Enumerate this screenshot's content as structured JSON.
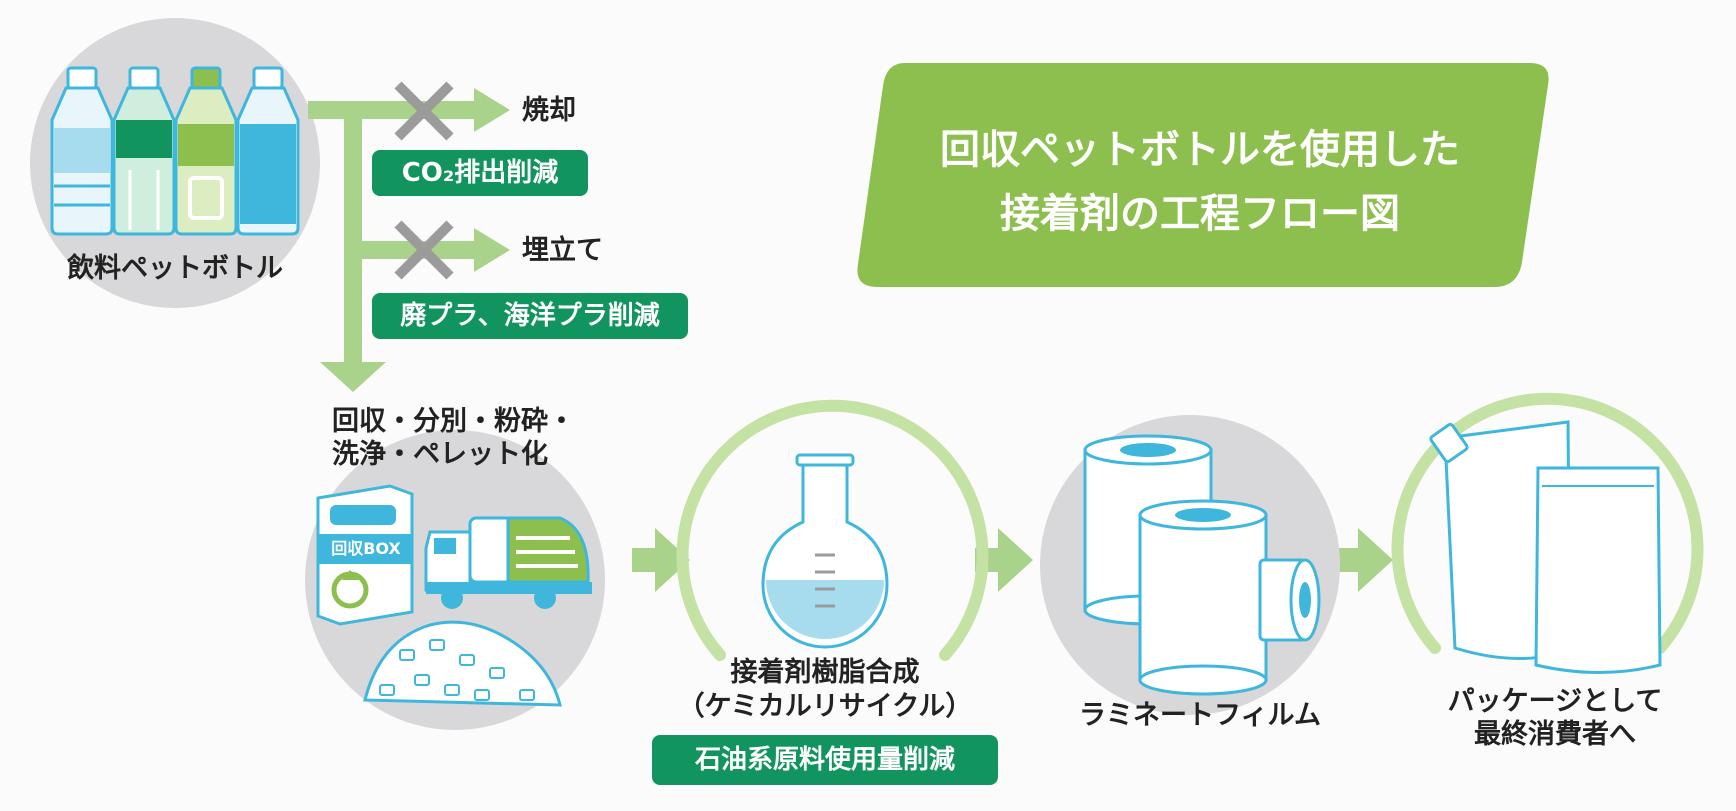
{
  "title": {
    "line1": "回収ペットボトルを使用した",
    "line2": "接着剤の工程フロー図"
  },
  "source": {
    "label": "飲料ペットボトル"
  },
  "branches": [
    {
      "label": "焼却",
      "badge": "CO₂排出削減"
    },
    {
      "label": "埋立て",
      "badge": "廃プラ、海洋プラ削減"
    }
  ],
  "steps": [
    {
      "label_line1": "回収・分別・粉砕・",
      "label_line2": "洗浄・ペレット化",
      "box_label": "回収BOX"
    },
    {
      "label_line1": "接着剤樹脂合成",
      "label_line2": "（ケミカルリサイクル）",
      "badge": "石油系原料使用量削減"
    },
    {
      "label_line1": "ラミネートフィルム"
    },
    {
      "label_line1": "パッケージとして",
      "label_line2": "最終消費者へ"
    }
  ],
  "colors": {
    "green_light": "#a9d28a",
    "green_mid": "#8dbf4f",
    "green_dark": "#12945f",
    "gray_circle": "#d8d8da",
    "blue": "#3fb7dc"
  }
}
